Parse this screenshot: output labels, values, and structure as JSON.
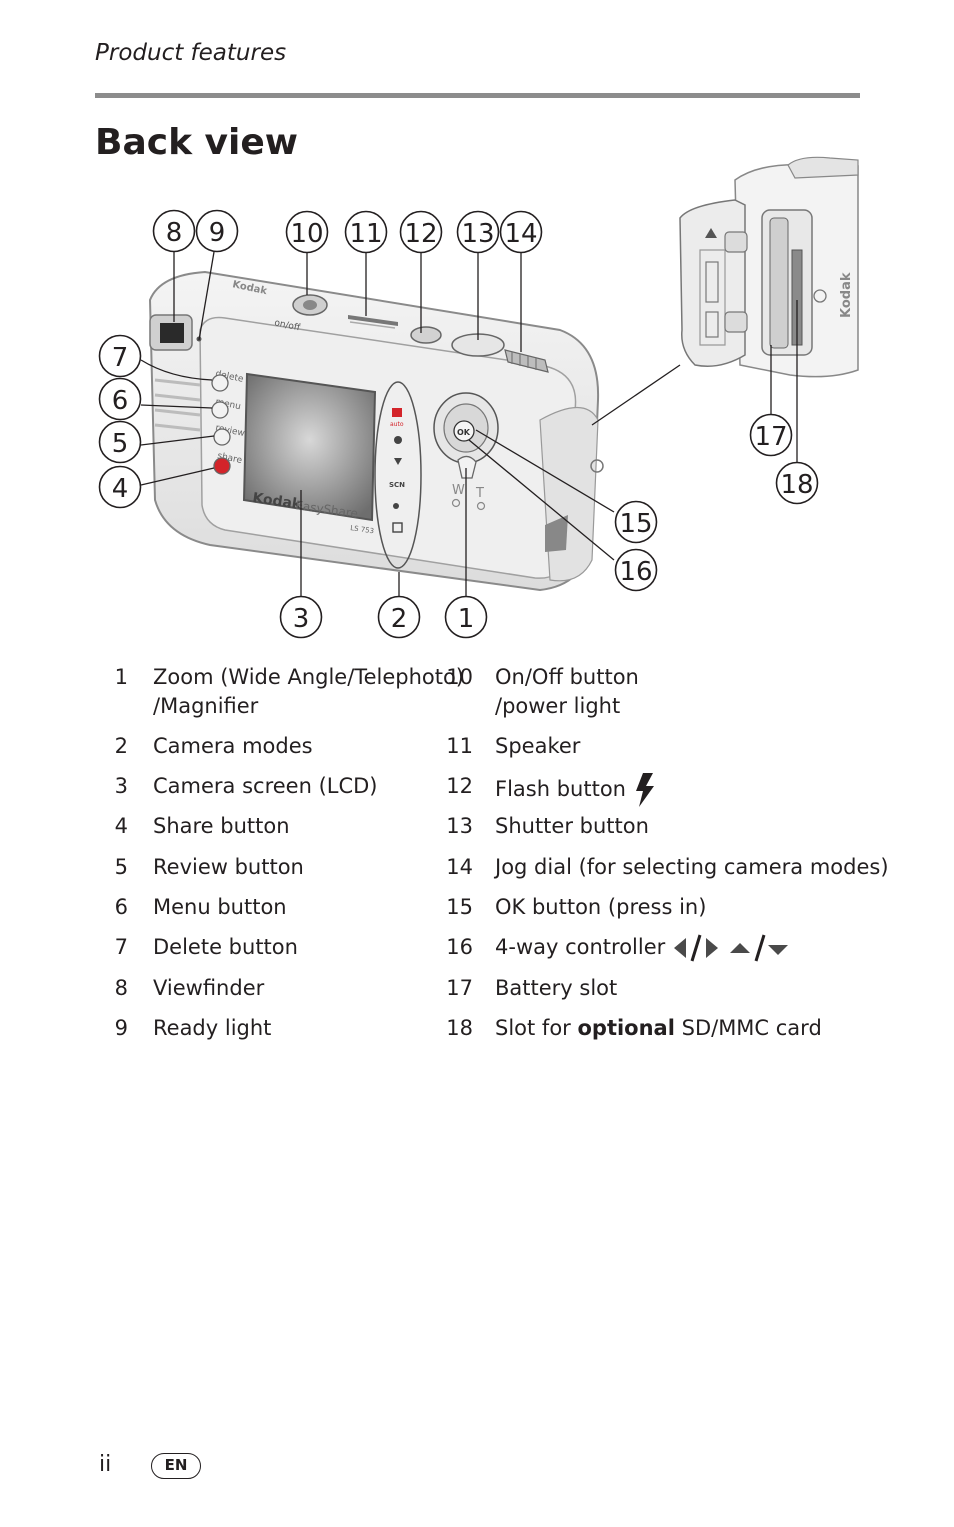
{
  "header": {
    "section_title": "Product features"
  },
  "page": {
    "title": "Back view"
  },
  "figure": {
    "callouts": [
      "1",
      "2",
      "3",
      "4",
      "5",
      "6",
      "7",
      "8",
      "9",
      "10",
      "11",
      "12",
      "13",
      "14",
      "15",
      "16",
      "17",
      "18"
    ],
    "camera_labels": {
      "brand": "Kodak",
      "model": "EasyShare",
      "model_number": "LS 753",
      "onoff": "on/off",
      "delete": "delete",
      "menu": "menu",
      "review": "review",
      "share": "share",
      "ok": "OK",
      "wide": "W",
      "tele": "T",
      "scn": "SCN",
      "auto": "auto"
    }
  },
  "legend": {
    "items": [
      {
        "num": "1",
        "label": "Zoom (Wide Angle/Telephoto)",
        "label2": "/Magnifier"
      },
      {
        "num": "2",
        "label": "Camera modes"
      },
      {
        "num": "3",
        "label": "Camera screen (LCD)"
      },
      {
        "num": "4",
        "label": "Share button"
      },
      {
        "num": "5",
        "label": "Review button"
      },
      {
        "num": "6",
        "label": "Menu button"
      },
      {
        "num": "7",
        "label": "Delete button"
      },
      {
        "num": "8",
        "label": "Viewfinder"
      },
      {
        "num": "9",
        "label": "Ready light"
      },
      {
        "num": "10",
        "label": "On/Off button",
        "label2": "/power light"
      },
      {
        "num": "11",
        "label": "Speaker"
      },
      {
        "num": "12",
        "label": "Flash button",
        "icon": "flash-icon"
      },
      {
        "num": "13",
        "label": "Shutter button"
      },
      {
        "num": "14",
        "label": "Jog dial (for selecting camera modes)"
      },
      {
        "num": "15",
        "label": "OK button (press in)"
      },
      {
        "num": "16",
        "label": "4-way controller",
        "icon": "four-way-arrows-icon"
      },
      {
        "num": "17",
        "label": "Battery slot"
      },
      {
        "num": "18",
        "label_pre": "Slot for ",
        "label_bold": "optional",
        "label_post": " SD/MMC card"
      }
    ]
  },
  "footer": {
    "page_number": "ii",
    "language_badge": "EN"
  }
}
